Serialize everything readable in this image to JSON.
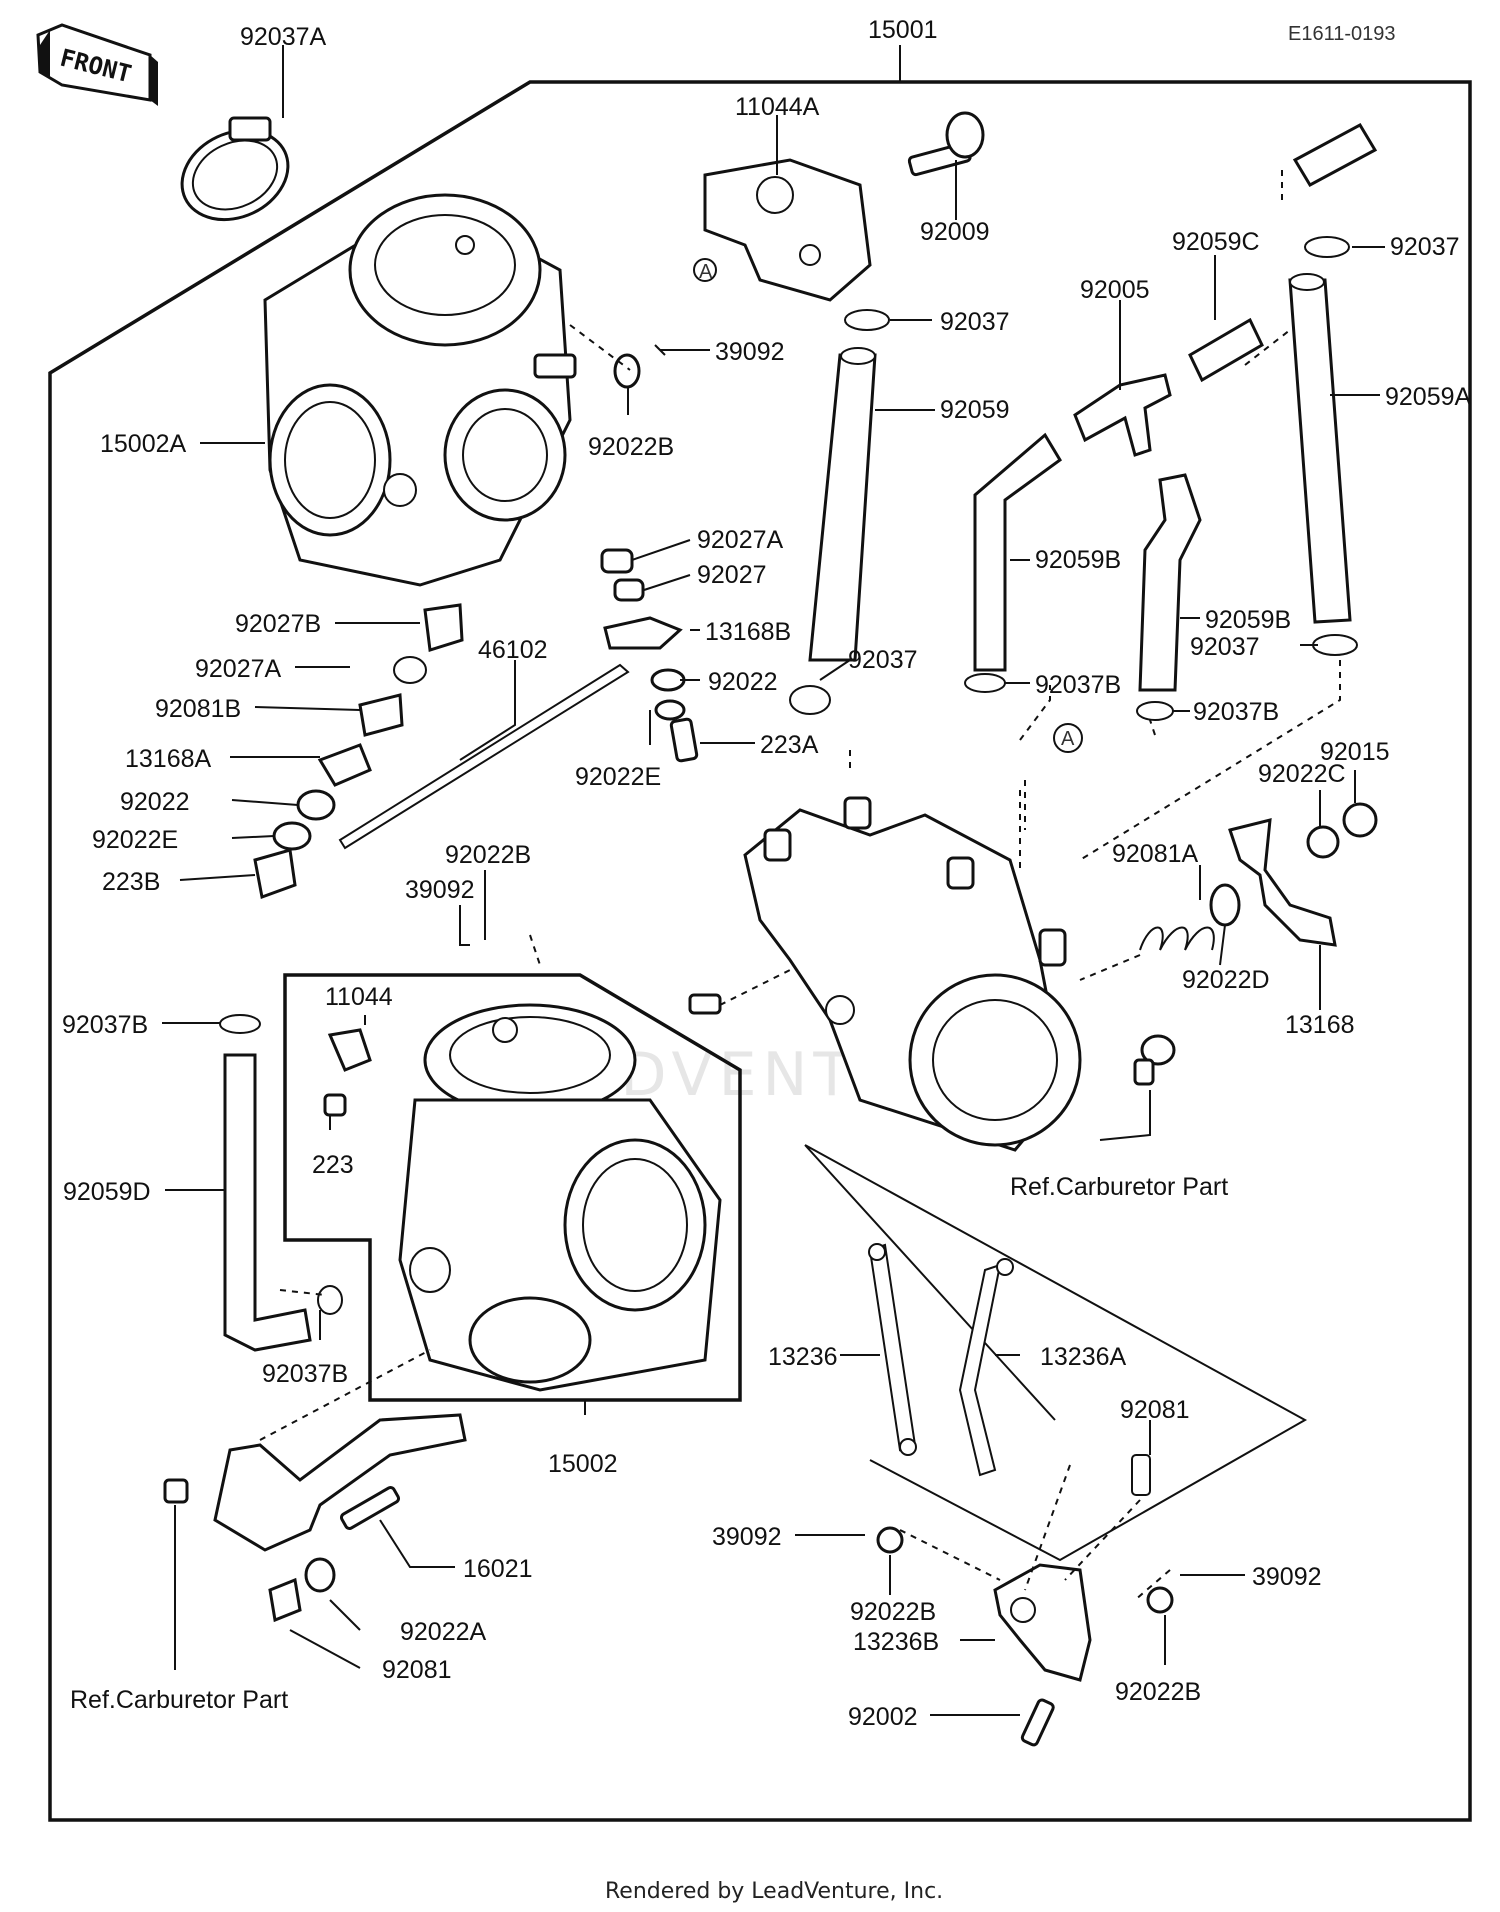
{
  "header": {
    "front_label": "FRONT",
    "diagram_code": "E1611-0193"
  },
  "labels": {
    "p15001": "15001",
    "p92037A": "92037A",
    "p11044A": "11044A",
    "p92009": "92009",
    "p92059C": "92059C",
    "p92037_top": "92037",
    "p92005": "92005",
    "p92037_b": "92037",
    "p39092_a": "39092",
    "p92059A": "92059A",
    "p92059": "92059",
    "p15002A": "15002A",
    "p92022B_a": "92022B",
    "p92027A_a": "92027A",
    "p92027": "92027",
    "p92059B": "92059B",
    "p92059B_r": "92059B",
    "p92027B": "92027B",
    "p46102": "46102",
    "p13168B": "13168B",
    "p92037_c": "92037",
    "p92037_d": "92037",
    "p92027A_b": "92027A",
    "p92022_a": "92022",
    "p92037B_a": "92037B",
    "p92037B_b": "92037B",
    "p92081B": "92081B",
    "p223A": "223A",
    "p92015": "92015",
    "p13168A": "13168A",
    "p92022E_a": "92022E",
    "p92022C": "92022C",
    "p92022_b": "92022",
    "p92081A": "92081A",
    "p92022E_b": "92022E",
    "p92022B_b": "92022B",
    "p223B": "223B",
    "p39092_b": "39092",
    "p92022D": "92022D",
    "p11044": "11044",
    "p13168": "13168",
    "p92037B_c": "92037B",
    "p223": "223",
    "ref_carb_right": "Ref.Carburetor Part",
    "p92059D": "92059D",
    "p92037B_d": "92037B",
    "p13236": "13236",
    "p13236A": "13236A",
    "p92081_a": "92081",
    "p15002": "15002",
    "p16021": "16021",
    "p39092_c": "39092",
    "p39092_d": "39092",
    "p92022A": "92022A",
    "p92022B_c": "92022B",
    "p92081_b": "92081",
    "p13236B": "13236B",
    "p92022B_d": "92022B",
    "ref_carb_left": "Ref.Carburetor Part",
    "p92002": "92002"
  },
  "footer": {
    "rendered_by": "Rendered by LeadVenture, Inc."
  },
  "watermark": "LEADVENTURE"
}
